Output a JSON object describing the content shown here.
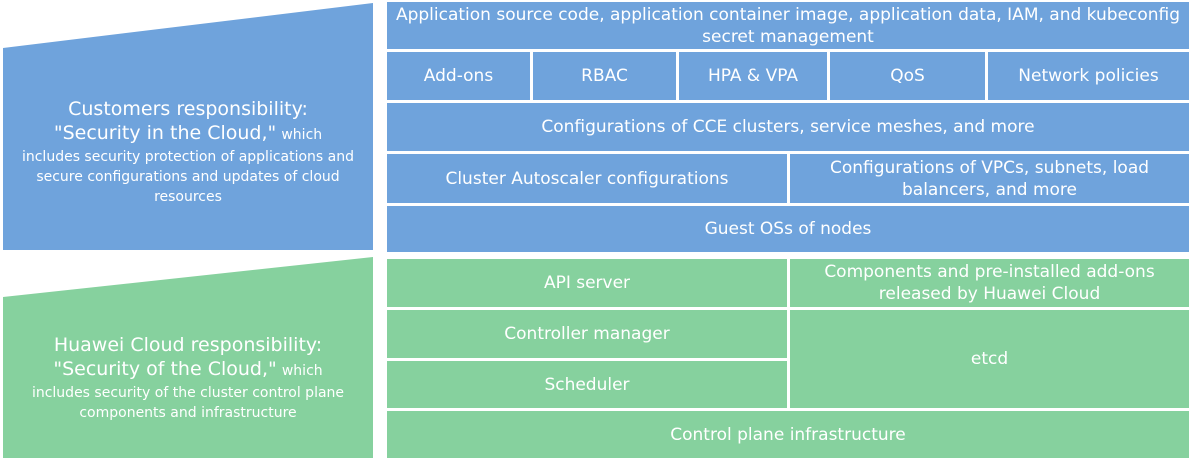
{
  "colors": {
    "customer_blue": "#6fa3dc",
    "huawei_green": "#86d19e",
    "text": "#ffffff",
    "background": "#ffffff"
  },
  "customer": {
    "title": "Customers responsibility:",
    "quote": "\"Security in the Cloud,\"",
    "which": "which",
    "description": "includes security protection of applications and secure configurations and updates of cloud resources"
  },
  "huawei": {
    "title": "Huawei Cloud responsibility:",
    "quote": "\"Security of the Cloud,\"",
    "which": "which",
    "description": "includes security of the cluster control plane components and infrastructure"
  },
  "customer_layers": {
    "app_management": "Application source code, application container image, application data, IAM, and kubeconfig secret management",
    "addons": "Add-ons",
    "rbac": "RBAC",
    "hpa_vpa": "HPA & VPA",
    "qos": "QoS",
    "network_policies": "Network policies",
    "cce_config": "Configurations of CCE clusters, service meshes, and more",
    "autoscaler": "Cluster Autoscaler configurations",
    "vpc_config": "Configurations of VPCs, subnets, load balancers, and more",
    "guest_os": "Guest OSs of nodes"
  },
  "huawei_layers": {
    "api_server": "API server",
    "components": "Components and pre-installed add-ons released by Huawei Cloud",
    "controller_manager": "Controller manager",
    "scheduler": "Scheduler",
    "etcd": "etcd",
    "infrastructure": "Control plane infrastructure"
  }
}
